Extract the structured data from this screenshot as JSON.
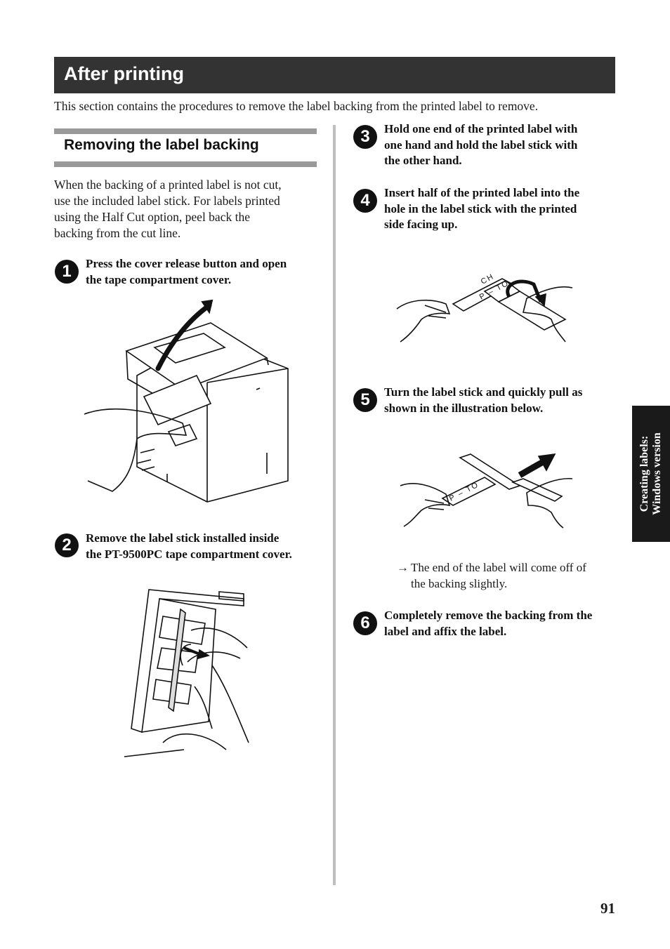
{
  "header": {
    "title": "After printing"
  },
  "intro": "This section contains the procedures to remove the label backing from the printed label to remove.",
  "subsection": {
    "title": "Removing the label backing",
    "paragraph_lines": [
      "When the backing of a printed label is not cut,",
      "use the included label stick.  For labels printed",
      "using the Half Cut option, peel back the",
      "backing from the cut line."
    ]
  },
  "steps": [
    {
      "number": "1",
      "lines": [
        "Press the cover release button and open",
        "the tape compartment cover."
      ]
    },
    {
      "number": "2",
      "lines": [
        "Remove the label stick installed inside",
        "the PT-9500PC tape compartment cover."
      ]
    },
    {
      "number": "3",
      "lines": [
        "Hold one end of the printed label with",
        "one hand and hold the label stick with",
        "the other hand."
      ]
    },
    {
      "number": "4",
      "lines": [
        "Insert half of the printed label into the",
        "hole in the label stick with the printed",
        "side facing up."
      ]
    },
    {
      "number": "5",
      "lines": [
        "Turn the label stick and quickly pull as",
        "shown in the illustration below."
      ]
    },
    {
      "number": "6",
      "lines": [
        "Completely remove the backing from the",
        "label and affix the label."
      ]
    }
  ],
  "note": {
    "arrow": "→",
    "line1": "The end of the label will come off of",
    "line2": "the backing slightly."
  },
  "illustrations": {
    "label_text_a": "P – TO",
    "label_text_b": "CH",
    "label_text_c": "P – TO"
  },
  "side_tab": {
    "line1": "Creating labels:",
    "line2": "Windows version"
  },
  "page_number": "91",
  "colors": {
    "title_bar": "#333333",
    "sub_bar": "#999999",
    "divider": "#bfbfbf",
    "side_tab": "#1a1a1a"
  }
}
